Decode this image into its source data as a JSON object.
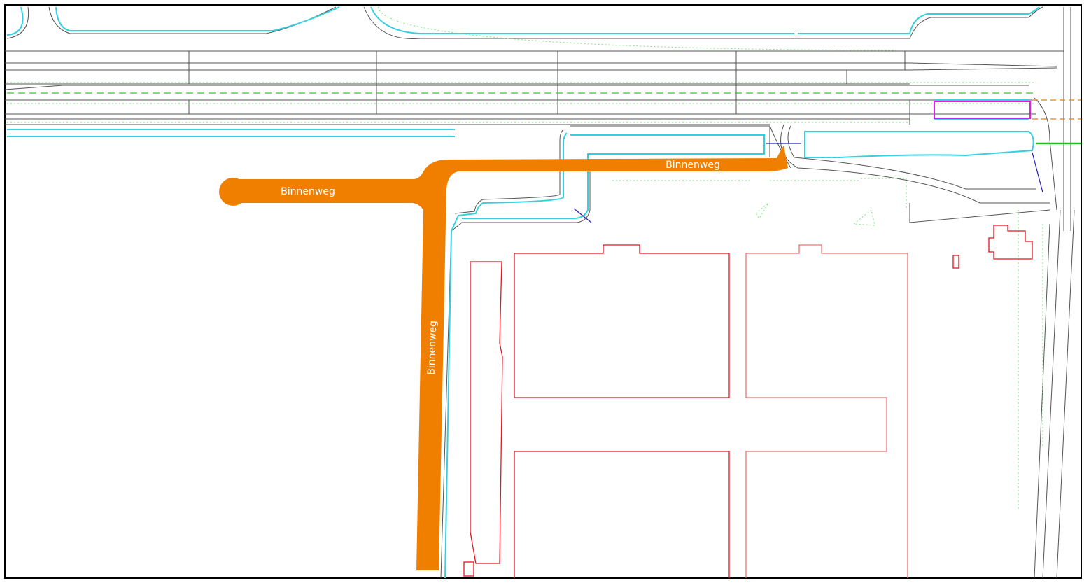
{
  "map": {
    "road_labels": {
      "west_arm": "Binnenweg",
      "north_arm": "Binnenweg",
      "vertical": "Binnenweg"
    },
    "colors": {
      "highlight_road": "#f07f00",
      "building_outline": "#e8141e",
      "building_outline_light": "#f07070",
      "waterway": "#35d0e0",
      "curb": "#333333",
      "vegetation": "#7fe07f",
      "parking": "#e020e0",
      "frame": "#000000"
    }
  }
}
